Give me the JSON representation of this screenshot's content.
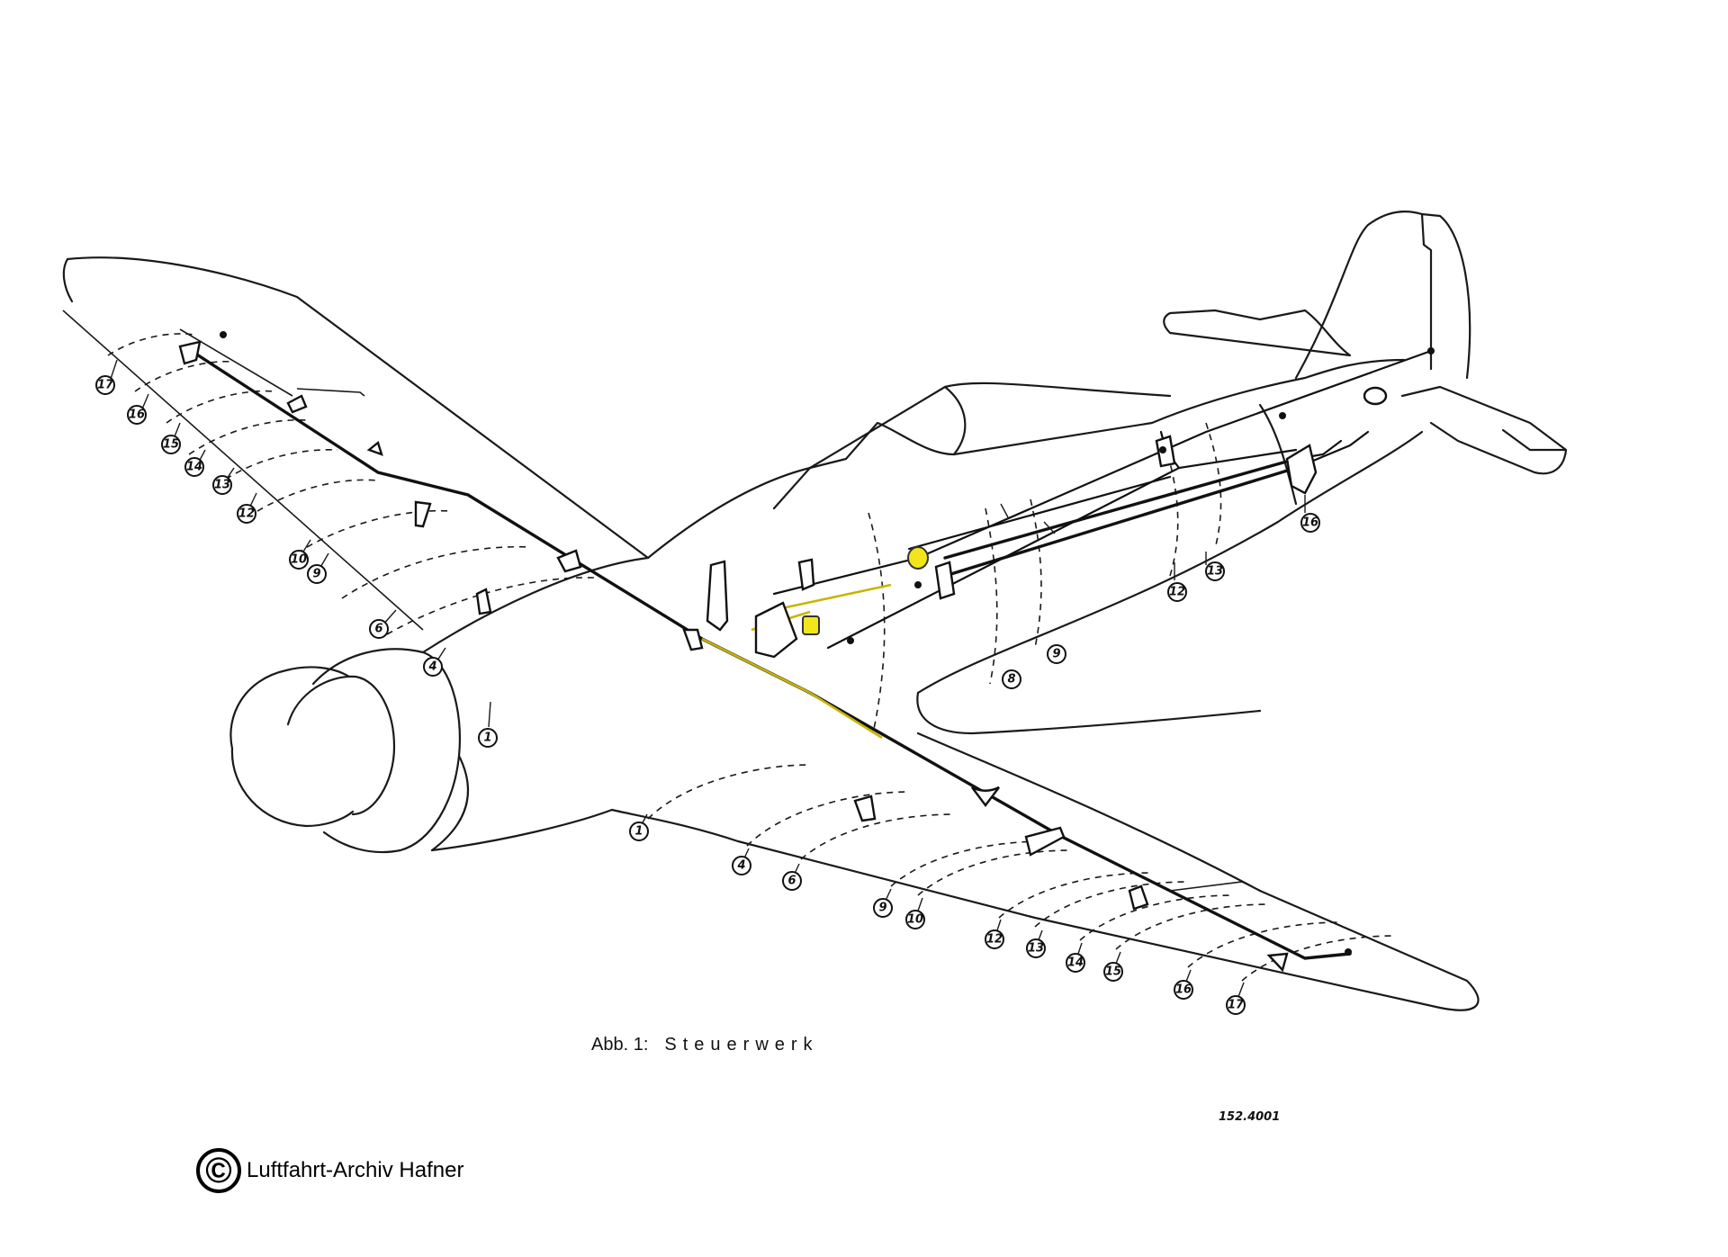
{
  "caption": {
    "prefix": "Abb. 1:",
    "title": "Steuerwerk"
  },
  "drawing_number": "152.4001",
  "copyright": {
    "symbol": "©",
    "text": "Luftfahrt-Archiv Hafner"
  },
  "callouts": {
    "left_wing": [
      "17",
      "16",
      "15",
      "14",
      "13",
      "12",
      "10",
      "9",
      "6",
      "4"
    ],
    "fuselage_nose": "1",
    "fuselage_rear": [
      "8",
      "9",
      "12",
      "13",
      "16"
    ],
    "right_wing": [
      "1",
      "4",
      "6",
      "9",
      "10",
      "12",
      "13",
      "14",
      "15",
      "16",
      "17"
    ]
  },
  "colors": {
    "line": "#1a1a1a",
    "highlight": "#f2e51c",
    "background": "#ffffff"
  }
}
